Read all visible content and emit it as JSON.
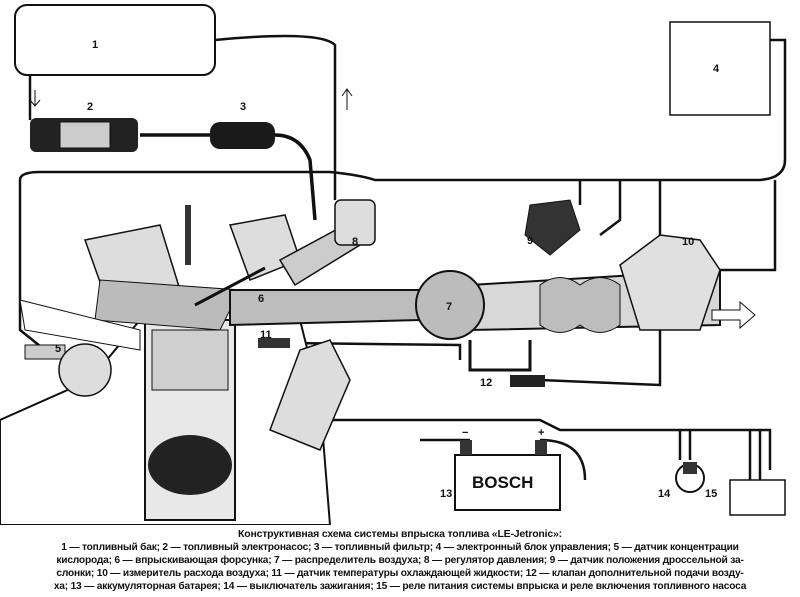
{
  "diagram": {
    "labels": [
      "1",
      "2",
      "3",
      "4",
      "5",
      "6",
      "7",
      "8",
      "9",
      "10",
      "11",
      "12",
      "13",
      "14",
      "15"
    ],
    "battery_brand": "BOSCH",
    "battery_plus": "+",
    "battery_minus": "−"
  },
  "caption": {
    "title": "Конструктивная схема системы впрыска топлива «LE-Jetronic»:",
    "lines": [
      "1 — топливный бак; 2 — топливный электронасос; 3 — топливный фильтр; 4 — электронный блок управления; 5 — датчик концентрации",
      "кислорода; 6 — впрыскивающая форсунка; 7 — распределитель воздуха; 8 — регулятор давления; 9 — датчик положения дроссельной за-",
      "слонки; 10 — измеритель расхода воздуха; 11 — датчик температуры охлаждающей жидкости; 12 — клапан дополнительной подачи возду-",
      "ха; 13 — аккумуляторная батарея; 14 — выключатель зажигания; 15 — реле питания системы впрыска и реле включения топливного насоса"
    ]
  }
}
